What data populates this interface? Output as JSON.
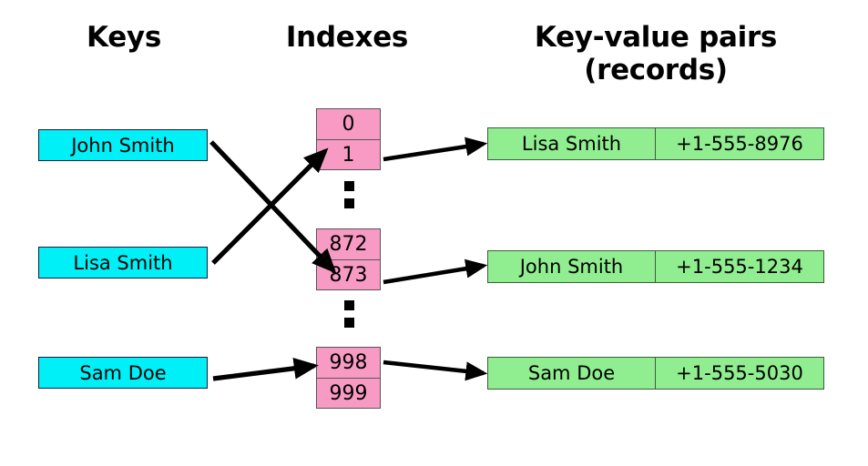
{
  "headers": {
    "keys": "Keys",
    "indexes": "Indexes",
    "records": "Key-value pairs\n(records)"
  },
  "colors": {
    "key_box": "#00F0F7",
    "index_cell": "#F89BC4",
    "record_box": "#90EE90",
    "arrow": "#000000",
    "text": "#000000",
    "background": "#FFFFFF"
  },
  "keys": [
    {
      "label": "John Smith"
    },
    {
      "label": "Lisa Smith"
    },
    {
      "label": "Sam Doe"
    }
  ],
  "index_groups": [
    {
      "cells": [
        "0",
        "1"
      ]
    },
    {
      "cells": [
        "872",
        "873"
      ]
    },
    {
      "cells": [
        "998",
        "999"
      ]
    }
  ],
  "ellipses": [
    {
      "symbol": "vertical-ellipsis"
    },
    {
      "symbol": "vertical-ellipsis"
    }
  ],
  "records": [
    {
      "key": "Lisa Smith",
      "value": "+1-555-8976"
    },
    {
      "key": "John Smith",
      "value": "+1-555-1234"
    },
    {
      "key": "Sam Doe",
      "value": "+1-555-5030"
    }
  ],
  "mappings": [
    {
      "from": "John Smith",
      "to_index": "873"
    },
    {
      "from": "Lisa Smith",
      "to_index": "1"
    },
    {
      "from": "Sam Doe",
      "to_index": "998"
    },
    {
      "from": "1",
      "to_record": "Lisa Smith"
    },
    {
      "from": "873",
      "to_record": "John Smith"
    },
    {
      "from": "998",
      "to_record": "Sam Doe"
    }
  ]
}
